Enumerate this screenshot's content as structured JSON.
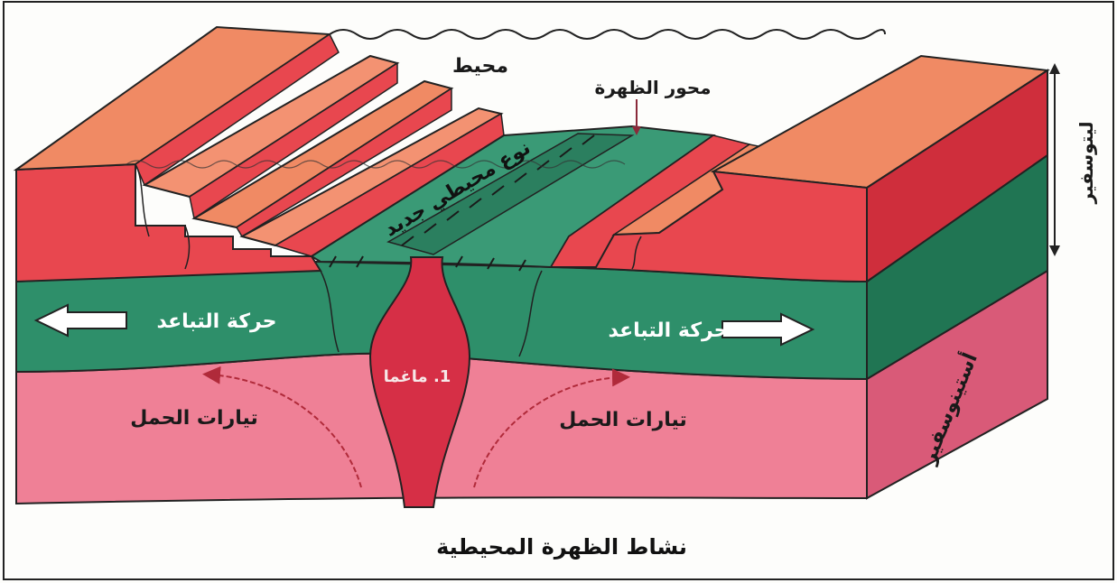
{
  "title": "نشاط الظهرة المحيطية",
  "labels": {
    "ocean": "محيط",
    "ridge_axis": "محور الظهرة",
    "new_crust": "نوع محيطي جديد",
    "lithosphere": "ليتوسفير",
    "asthenosphere": "أستينوسفير",
    "divergence_left": "حركة التباعد",
    "divergence_right": "حركة التباعد",
    "convection_left": "تيارات الحمل",
    "convection_right": "تيارات الحمل",
    "magma": "1. ماغما"
  },
  "colors": {
    "crust_top": "#f08a64",
    "crust_front": "#e8474f",
    "crust_side": "#cf2e3c",
    "mantle_green": "#2e8f6a",
    "mantle_green_side": "#207553",
    "ridge_green": "#3a9a76",
    "asthenosphere": "#ef8096",
    "asthenosphere_side": "#d95a78",
    "magma": "#d62f46",
    "arrow_curve": "#b02a3a",
    "ink": "#1a1a1a"
  }
}
